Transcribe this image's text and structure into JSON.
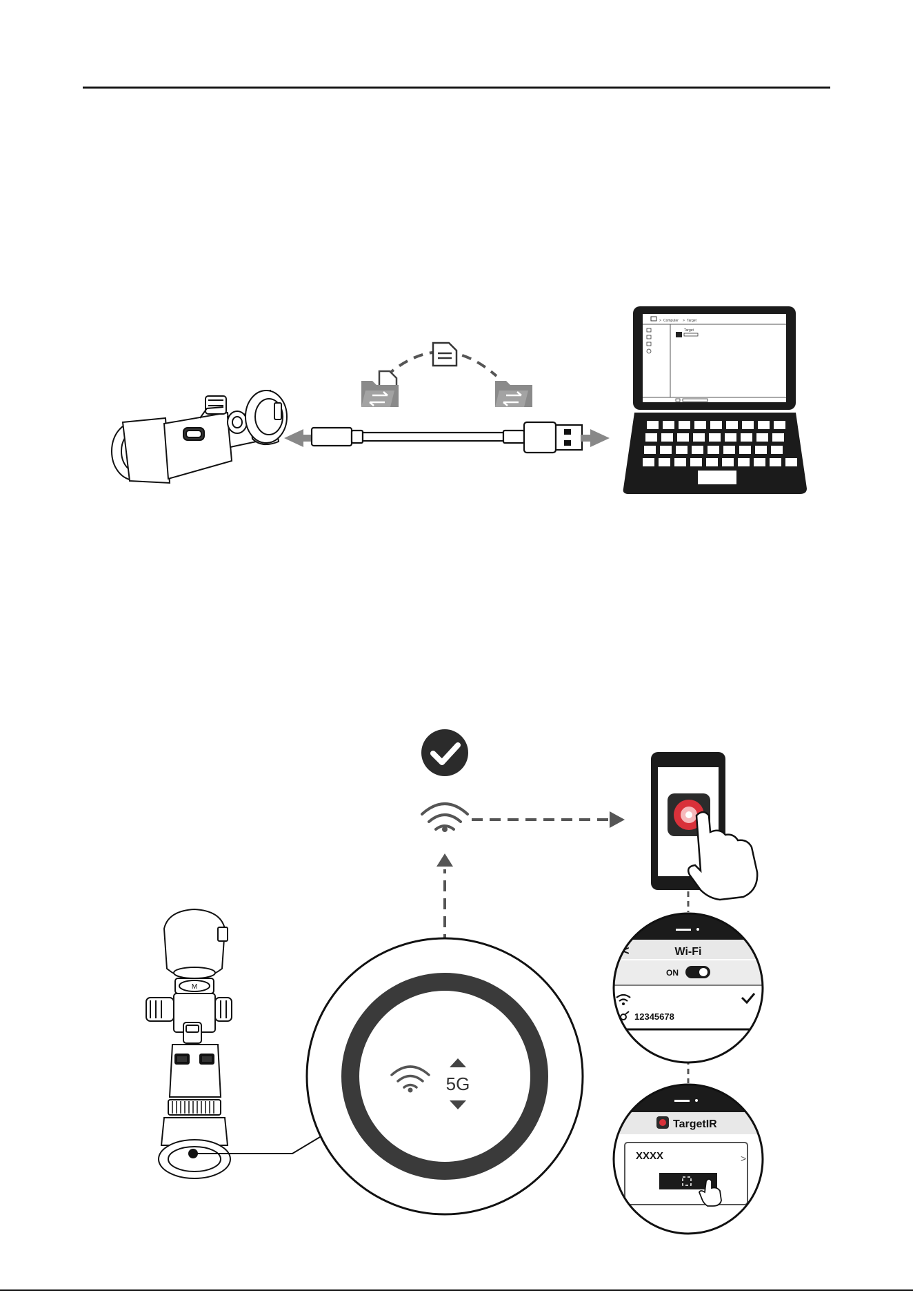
{
  "laptop_screen": {
    "breadcrumb_1": "Computer",
    "breadcrumb_2": "Target",
    "drive_label": "Target"
  },
  "settings_panel": {
    "wifi_label": "5G"
  },
  "phone_wifi": {
    "title": "Wi-Fi",
    "toggle_label": "ON",
    "password": "12345678"
  },
  "phone_app": {
    "app_name": "TargetIR",
    "device_name": "XXXX"
  }
}
